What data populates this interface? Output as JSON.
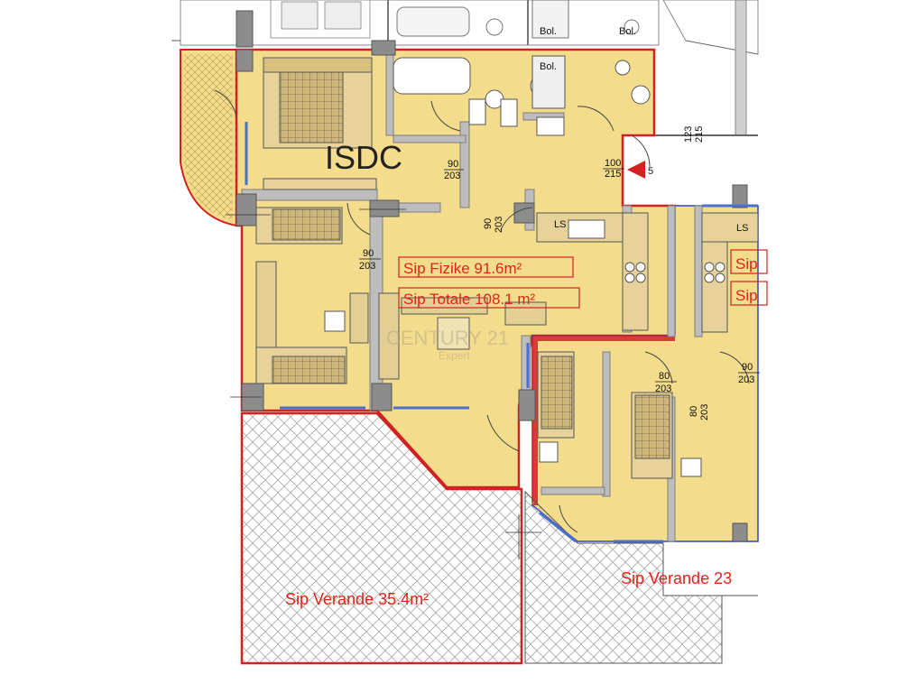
{
  "plan": {
    "apartment_label": "ISDC",
    "unit_number": "5",
    "area_labels": {
      "physical": "Sip Fizike 91.6m²",
      "total": "Sip Totale 108.1 m²",
      "veranda_main": "Sip Verande 35.4m²",
      "veranda_neighbor": "Sip Verande 23",
      "neighbor_cut_1": "Sip",
      "neighbor_cut_2": "Sip"
    },
    "door_dimensions": [
      {
        "w": "90",
        "h": "203"
      },
      {
        "w": "100",
        "h": "215"
      },
      {
        "w": "90",
        "h": "203"
      },
      {
        "w": "90",
        "h": "203"
      },
      {
        "w": "80",
        "h": "203"
      },
      {
        "w": "80",
        "h": "203"
      },
      {
        "w": "90",
        "h": "203"
      },
      {
        "w": "123",
        "h": "215"
      }
    ],
    "fixture_labels": {
      "bidet_1": "Bol.",
      "bidet_2": "Bol.",
      "bidet_3": "Bol.",
      "kitchen_ls_1": "LS",
      "kitchen_ls_2": "LS"
    },
    "watermark": {
      "brand": "CENTURY 21",
      "sub": "Expert"
    },
    "colors": {
      "floor": "#f3dc8c",
      "wall": "#8a8a8a",
      "boundary": "#d32020",
      "window": "#4a6fd0",
      "hatch": "#9a9a9a",
      "label": "#e0241b"
    }
  }
}
